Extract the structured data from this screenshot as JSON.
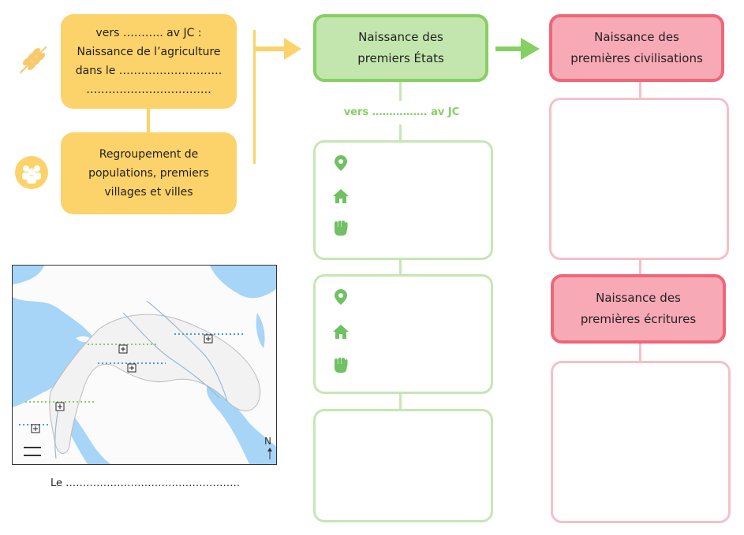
{
  "colors": {
    "yellow": "#fcd26a",
    "green_fill": "#c3e6ae",
    "green_border": "#86cf63",
    "green_text": "#86cf63",
    "pink_fill": "#f7a9b5",
    "pink_border": "#ef6679",
    "sea": "#a6d5f7",
    "fertile": "#f2f2f2"
  },
  "left_column": {
    "agriculture_box": {
      "line1": "vers ……….. av JC :",
      "line2": "Naissance de l’agriculture",
      "line3": "dans le ……………………….",
      "line4": "……………………………."
    },
    "villages_box": {
      "line1": "Regroupement de",
      "line2": "populations, premiers",
      "line3": "villages et villes"
    },
    "icons": [
      "wheat-icon",
      "people-icon"
    ]
  },
  "middle_column": {
    "heading": {
      "line1": "Naissance des",
      "line2": "premiers États"
    },
    "date_label": "vers ……………. av JC",
    "frame_icons": [
      "location-pin-icon",
      "house-icon",
      "fist-icon"
    ]
  },
  "right_column": {
    "civilisations_heading": {
      "line1": "Naissance des",
      "line2": "premières civilisations"
    },
    "writing_heading": {
      "line1": "Naissance des",
      "line2": "premières écritures"
    }
  },
  "map": {
    "compass_label": "N",
    "caption": "Le ……………………………………………"
  }
}
